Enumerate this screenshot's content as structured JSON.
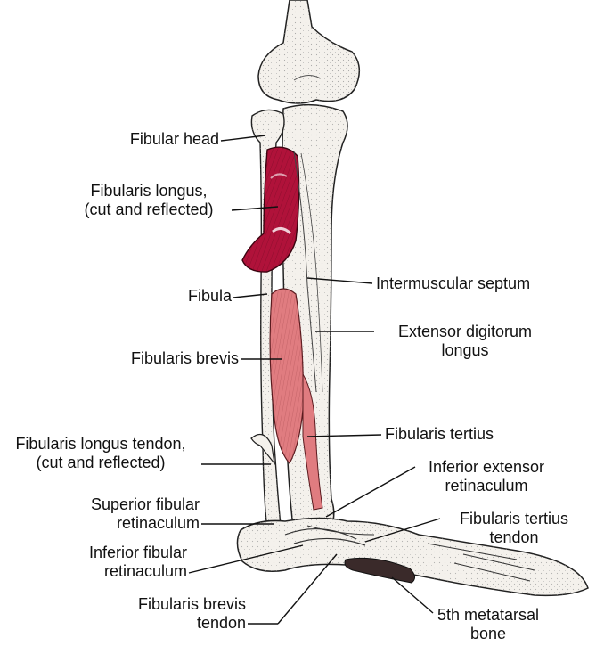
{
  "labels": {
    "fibular_head": [
      "Fibular head"
    ],
    "fibularis_longus": [
      "Fibularis longus,",
      "(cut and reflected)"
    ],
    "fibula": [
      "Fibula"
    ],
    "fibularis_brevis": [
      "Fibularis brevis"
    ],
    "fibularis_longus_tendon": [
      "Fibularis longus tendon,",
      "(cut and reflected)"
    ],
    "superior_fibular_retinaculum": [
      "Superior fibular",
      "retinaculum"
    ],
    "inferior_fibular_retinaculum": [
      "Inferior fibular",
      "retinaculum"
    ],
    "fibularis_brevis_tendon": [
      "Fibularis brevis",
      "tendon"
    ],
    "intermuscular_septum": [
      "Intermuscular septum"
    ],
    "extensor_digitorum_longus": [
      "Extensor digitorum",
      "longus"
    ],
    "fibularis_tertius": [
      "Fibularis tertius"
    ],
    "inferior_extensor_retinaculum": [
      "Inferior extensor",
      "retinaculum"
    ],
    "fibularis_tertius_tendon": [
      "Fibularis tertius",
      "tendon"
    ],
    "fifth_metatarsal": [
      "5th metatarsal",
      "bone"
    ]
  },
  "colors": {
    "muscle_red": "#b0123a",
    "muscle_pink": "#e07c80",
    "bone": "#f4f1ec",
    "outline": "#222222",
    "leader": "#111111"
  }
}
